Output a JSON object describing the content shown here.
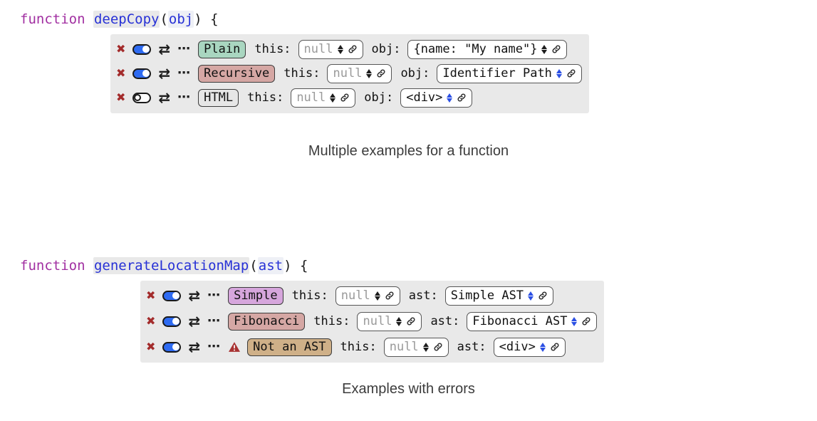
{
  "icons": {
    "delete": "✖",
    "swap": "⇄",
    "more": "⋯"
  },
  "colors": {
    "keyword": "#a12fa1",
    "identifier": "#2731d6",
    "row_background": "#e9e9e9",
    "toggle_on": "#2e6bf2",
    "delete_x": "#a32b2b",
    "stepper_blue": "#2b4fe4",
    "stepper_black": "#1c1c1c",
    "warning": "#a83232"
  },
  "sections": [
    {
      "signature": {
        "keyword": "function",
        "name": "deepCopy",
        "paren_open": "(",
        "param": "obj",
        "paren_close": ")",
        "brace": "{"
      },
      "caption": "Multiple examples for a function",
      "examples": [
        {
          "toggle": "on",
          "badge": {
            "label": "Plain",
            "bg": "#a9d6c0"
          },
          "this_field": {
            "label": "this:",
            "value": "null",
            "muted": "true",
            "stepper": "black"
          },
          "arg_field": {
            "label": "obj:",
            "value": "{name: \"My name\"}",
            "muted": "false",
            "stepper": "black"
          }
        },
        {
          "toggle": "on",
          "badge": {
            "label": "Recursive",
            "bg": "#d5a7a4"
          },
          "this_field": {
            "label": "this:",
            "value": "null",
            "muted": "true",
            "stepper": "black"
          },
          "arg_field": {
            "label": "obj:",
            "value": "Identifier Path",
            "muted": "false",
            "stepper": "blue"
          }
        },
        {
          "toggle": "off",
          "badge": {
            "label": "HTML",
            "bg": "#e6e6e6"
          },
          "this_field": {
            "label": "this:",
            "value": "null",
            "muted": "true",
            "stepper": "black"
          },
          "arg_field": {
            "label": "obj:",
            "value": "<div>",
            "muted": "false",
            "stepper": "blue"
          }
        }
      ]
    },
    {
      "signature": {
        "keyword": "function",
        "name": "generateLocationMap",
        "paren_open": "(",
        "param": "ast",
        "paren_close": ")",
        "brace": "{"
      },
      "caption": "Examples with errors",
      "examples": [
        {
          "toggle": "on",
          "badge": {
            "label": "Simple",
            "bg": "#d6a6dc"
          },
          "this_field": {
            "label": "this:",
            "value": "null",
            "muted": "true",
            "stepper": "black"
          },
          "arg_field": {
            "label": "ast:",
            "value": "Simple AST",
            "muted": "false",
            "stepper": "blue"
          }
        },
        {
          "toggle": "on",
          "badge": {
            "label": "Fibonacci",
            "bg": "#d5a7a4"
          },
          "this_field": {
            "label": "this:",
            "value": "null",
            "muted": "true",
            "stepper": "black"
          },
          "arg_field": {
            "label": "ast:",
            "value": "Fibonacci AST",
            "muted": "false",
            "stepper": "blue"
          }
        },
        {
          "toggle": "on",
          "warning": "true",
          "badge": {
            "label": "Not an AST",
            "bg": "#cfb088"
          },
          "this_field": {
            "label": "this:",
            "value": "null",
            "muted": "true",
            "stepper": "black"
          },
          "arg_field": {
            "label": "ast:",
            "value": "<div>",
            "muted": "false",
            "stepper": "blue"
          }
        }
      ]
    }
  ]
}
